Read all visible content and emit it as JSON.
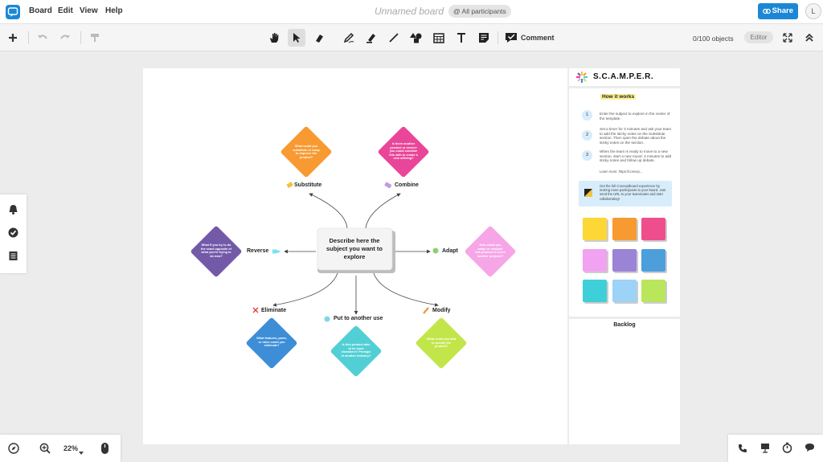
{
  "menu": {
    "board": "Board",
    "edit": "Edit",
    "view": "View",
    "help": "Help"
  },
  "header": {
    "board_name": "Unnamed board",
    "participants": "@ All participants",
    "share": "Share",
    "avatar": "L"
  },
  "toolbar": {
    "comment": "Comment",
    "objects": "0/100 objects",
    "editor": "Editor"
  },
  "diagram": {
    "center": "Describe here the subject you want to explore",
    "branches": {
      "substitute": "Substitute",
      "combine": "Combine",
      "adapt": "Adapt",
      "modify": "Modify",
      "put_to_use": "Put to another use",
      "eliminate": "Eliminate",
      "reverse": "Reverse"
    },
    "questions": {
      "substitute": "What could you substitute or swap to improve the product?",
      "combine": "Is there another product or service you could combine this with to create a new offering?",
      "adapt": "How could you adapt or readjust this product to serve another purpose?",
      "modify": "What could you add to modify the product?",
      "put_to_use": "Is this product able to be used elsewhere? Perhaps in another industry?",
      "eliminate": "What features, parts, or rules could you eliminate?",
      "reverse": "What if you try to do the exact opposite of what you're trying to do now?"
    }
  },
  "sidebar": {
    "title": "S.C.A.M.P.E.R.",
    "how_it_works": "How it works",
    "steps": [
      {
        "n": "1",
        "text": "Enter the subject to explore in the center of the template."
      },
      {
        "n": "2",
        "text": "Set a timer for 3 minutes and ask your team to add the sticky notes on the Substitute section. Then open the debate about the sticky notes on the section."
      },
      {
        "n": "3",
        "text": "When the team is ready to move to a new section, start a new round: 3 minutes to add sticky notes and follow up debate."
      }
    ],
    "learn_more": "Learn more: https://concep...",
    "promo": "Get the full Conceptboard experience by inviting more participants to your board. Just send the URL to your teammates and start collaborating!",
    "backlog": "Backlog"
  },
  "bottom": {
    "zoom": "22%"
  },
  "colors": {
    "accent": "#1b87d6",
    "substitute": "#f89a32",
    "combine": "#e9469a",
    "adapt": "#f6a6e6",
    "modify": "#c2e64a",
    "put_to_use": "#52cfd4",
    "eliminate": "#3d8ed6",
    "reverse": "#735aa9",
    "notes": [
      "#fcd735",
      "#f89a32",
      "#ef4e8c",
      "#f1a2f1",
      "#9b83d6",
      "#4c9fdb",
      "#3fcfd9",
      "#9cd3f6",
      "#b9e65a"
    ]
  }
}
